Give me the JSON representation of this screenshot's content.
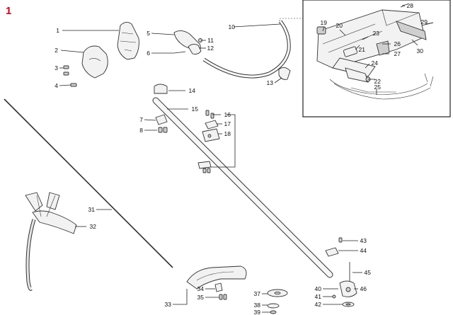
{
  "page": {
    "number": "1",
    "number_color": "#d0021b"
  },
  "callouts": [
    "1",
    "2",
    "3",
    "4",
    "5",
    "6",
    "7",
    "8",
    "10",
    "11",
    "12",
    "13",
    "14",
    "15",
    "16",
    "17",
    "18",
    "19",
    "20",
    "21",
    "22",
    "23",
    "24",
    "25",
    "26",
    "27",
    "28",
    "29",
    "30",
    "31",
    "32",
    "33",
    "34",
    "35",
    "37",
    "38",
    "39",
    "40",
    "41",
    "42",
    "43",
    "44",
    "45",
    "46"
  ]
}
